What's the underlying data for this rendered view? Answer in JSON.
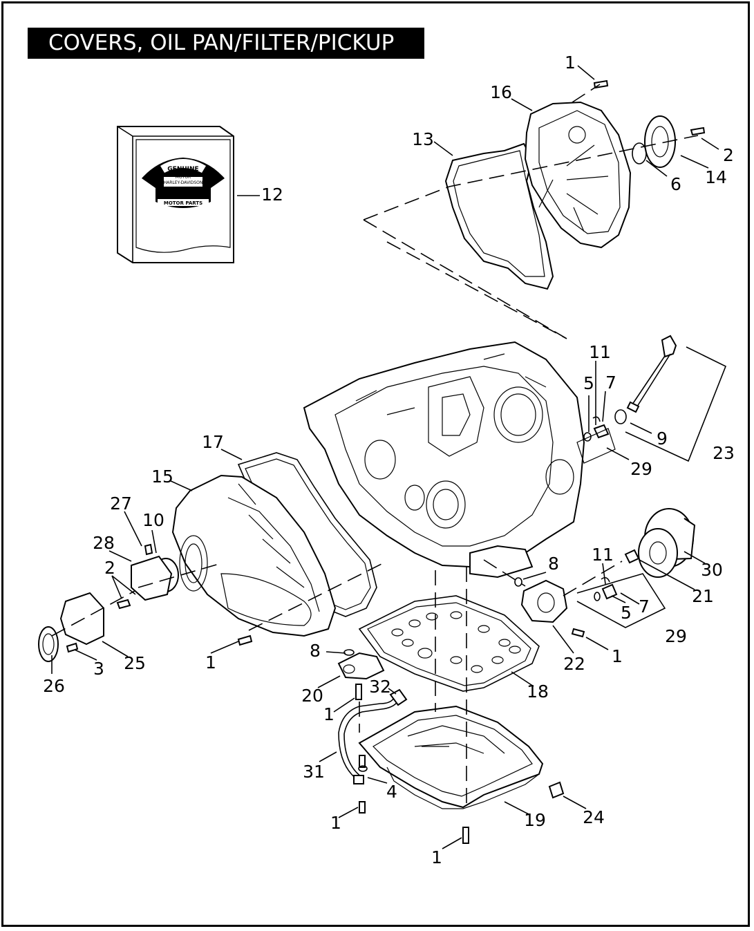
{
  "title": "COVERS, OIL PAN/FILTER/PICKUP",
  "logo": {
    "word_genuine": "GENUINE",
    "word_motor": "MOTOR",
    "word_brand": "HARLEY-DAVIDSON",
    "word_cycles": "CYCLES",
    "word_parts": "MOTOR PARTS"
  },
  "callouts": [
    "1",
    "16",
    "13",
    "2",
    "14",
    "6",
    "12",
    "11",
    "5",
    "7",
    "9",
    "23",
    "29",
    "17",
    "15",
    "27",
    "10",
    "28",
    "2",
    "8",
    "11",
    "30",
    "21",
    "5",
    "7",
    "29",
    "25",
    "3",
    "26",
    "1",
    "8",
    "22",
    "1",
    "20",
    "32",
    "18",
    "1",
    "31",
    "4",
    "24",
    "1",
    "19",
    "1"
  ]
}
